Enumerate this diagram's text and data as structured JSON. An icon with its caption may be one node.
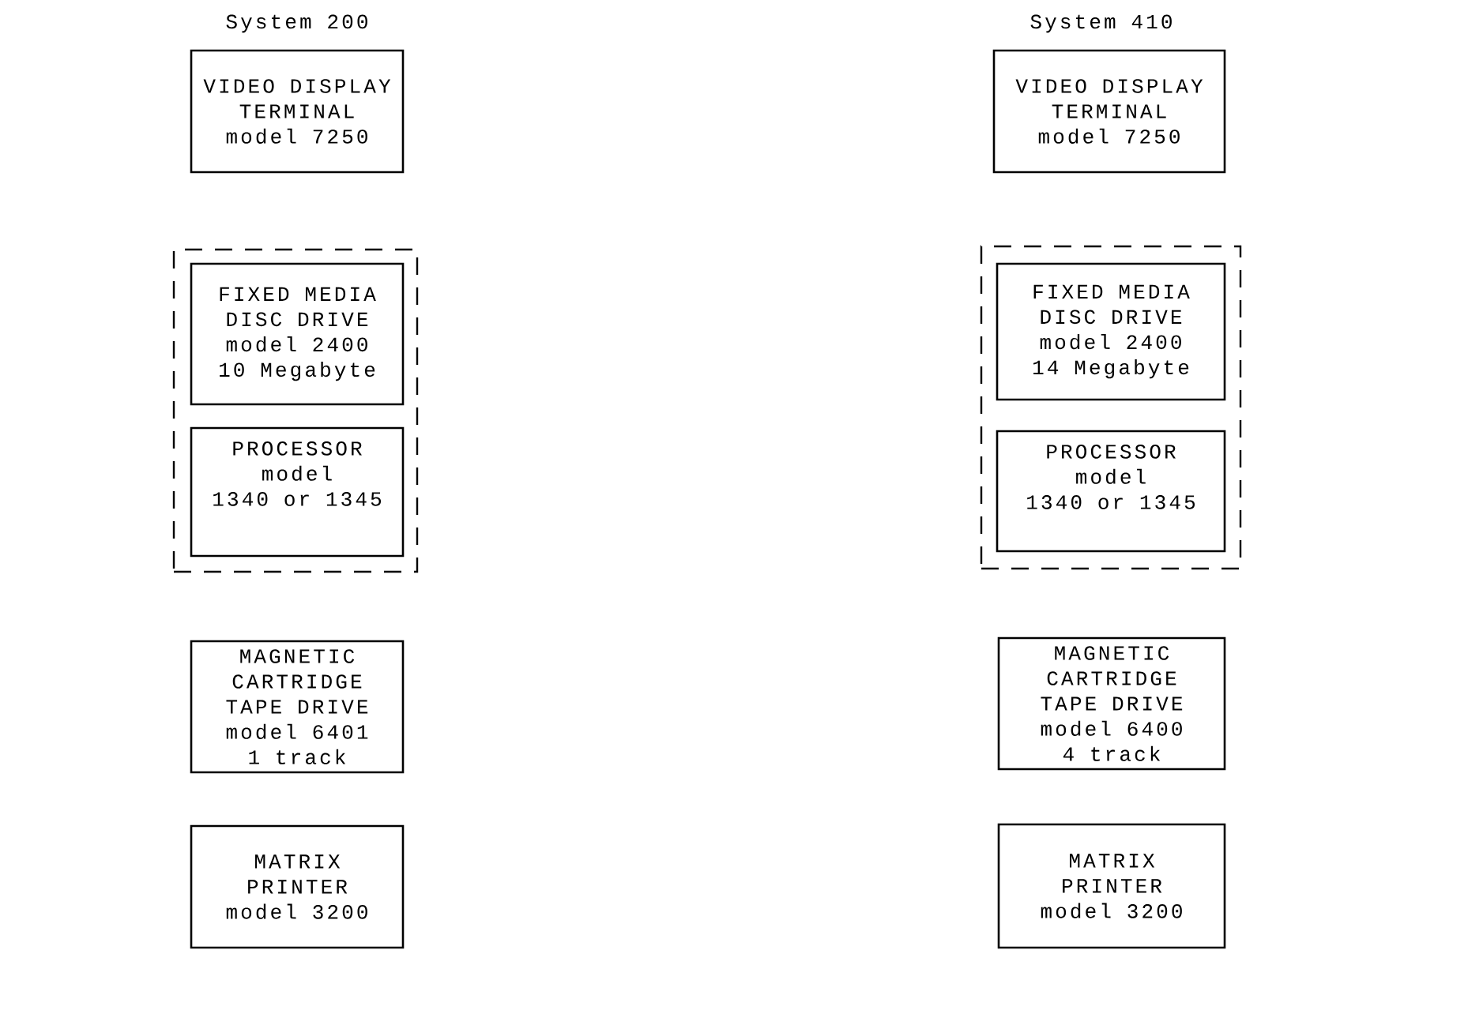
{
  "diagram": {
    "nodes": [
      {
        "text": [
          "VIDEO DISPLAY TERMINAL",
          "model 7250"
        ]
      },
      {
        "text": [],
        "shape": "box"
      },
      {
        "text": [
          "FIXED MEDIA DISC DRIVE",
          "model 2400",
          "10 Megabyte"
        ],
        "in": 1
      },
      {
        "text": [
          "PROCESSOR",
          "model",
          "1340 or 1345"
        ],
        "in": 1
      },
      {
        "text": [
          "MAGNETIC CARTRIDGE TAPE DRIVE",
          "model 6401",
          "1 track"
        ]
      },
      {
        "text": [
          "MATRIX PRINTER",
          "model 3200"
        ]
      },
      {
        "text": [
          "VIDEO DISPLAY TERMINAL",
          "model 7250"
        ]
      },
      {
        "text": [],
        "shape": "box"
      },
      {
        "text": [
          "FIXED MEDIA DISC DRIVE",
          "model 2400",
          "14 Megabyte"
        ],
        "in": 7
      },
      {
        "text": [
          "PROCESSOR",
          "model",
          "1340 or 1345"
        ],
        "in": 7
      },
      {
        "text": [
          "MAGNETIC CARTRIDGE TAPE DRIVE",
          "model 6400",
          "4 track"
        ]
      },
      {
        "text": [
          "MATRIX PRINTER",
          "model 3200"
        ]
      }
    ],
    "labels": [
      "System 200",
      "System 410"
    ]
  }
}
